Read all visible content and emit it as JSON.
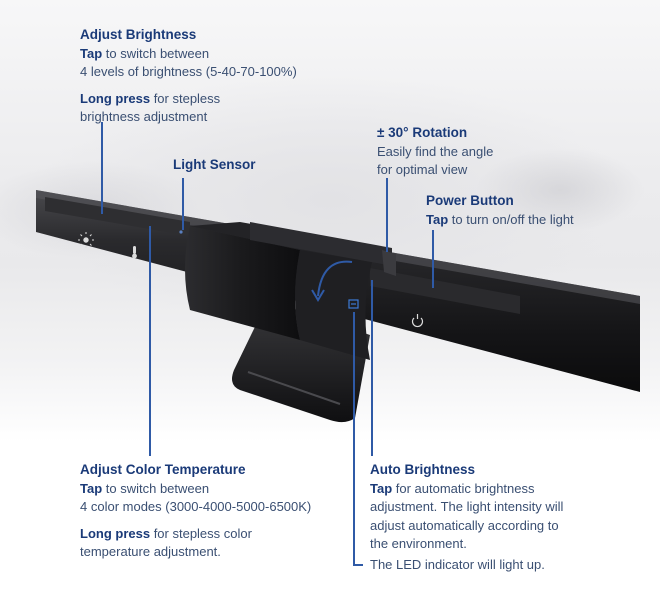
{
  "callouts": {
    "adjust_brightness": {
      "title": "Adjust Brightness",
      "line1_kw": "Tap",
      "line1_rest": " to switch between",
      "line2": "4 levels of brightness (5-40-70-100%)",
      "line3_kw": "Long press",
      "line3_rest": " for stepless",
      "line4": "brightness adjustment"
    },
    "light_sensor": {
      "title": "Light Sensor"
    },
    "rotation": {
      "title": "± 30° Rotation",
      "line1": "Easily find the angle",
      "line2": "for optimal view"
    },
    "power_button": {
      "title": "Power Button",
      "line1_kw": "Tap",
      "line1_rest": " to turn on/off the light"
    },
    "color_temperature": {
      "title": "Adjust Color Temperature",
      "line1_kw": "Tap",
      "line1_rest": " to switch between",
      "line2": "4 color modes (3000-4000-5000-6500K)",
      "line3_kw": "Long press",
      "line3_rest": " for stepless color",
      "line4": "temperature adjustment."
    },
    "auto_brightness": {
      "title": "Auto Brightness",
      "line1_kw": "Tap",
      "line1_rest": " for automatic brightness",
      "line2": "adjustment. The light intensity will",
      "line3": "adjust automatically according to",
      "line4": "the environment.",
      "indicator": "The LED indicator will light up."
    }
  },
  "icons": {
    "brightness": "sun-icon",
    "color_temperature": "thermometer-icon",
    "auto_brightness": "auto-brightness-icon",
    "power": "power-icon",
    "rotation": "rotation-arrow-icon"
  },
  "colors": {
    "title": "#1a3a78",
    "body": "#3a4f72",
    "leader": "#2f5aa6",
    "lamp_body": "#1c1c1e"
  }
}
